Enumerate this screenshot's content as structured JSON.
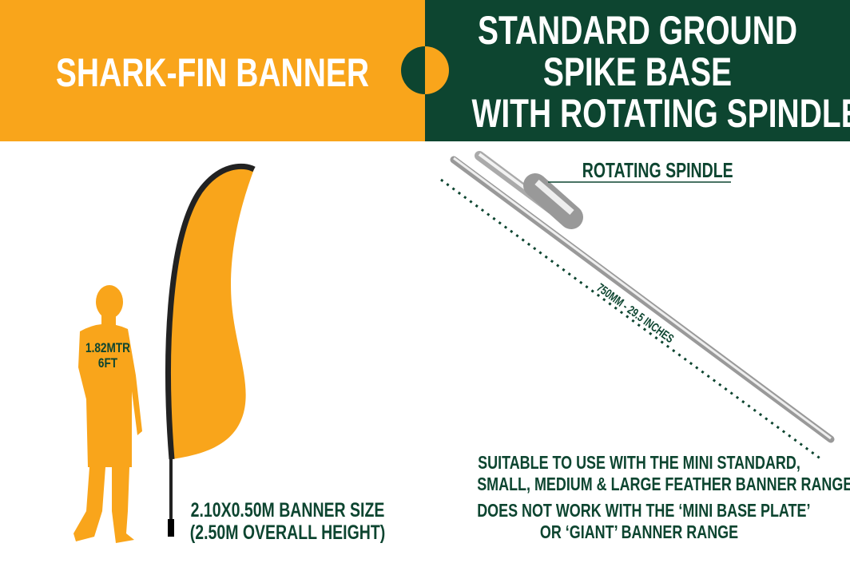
{
  "header": {
    "left_title": "SHARK-FIN BANNER",
    "right_title_lines": [
      "STANDARD GROUND",
      "SPIKE BASE",
      "WITH ROTATING SPINDLE"
    ]
  },
  "left": {
    "person_height": [
      "1.82MTR",
      "6FT"
    ],
    "banner_size": "2.10X0.50M BANNER SIZE",
    "overall_height": "(2.50M OVERALL HEIGHT)"
  },
  "right": {
    "spindle_label": "ROTATING SPINDLE",
    "length_label": "750MM - 29.5 INCHES",
    "notes": [
      "SUITABLE TO USE WITH THE MINI STANDARD,",
      "SMALL, MEDIUM & LARGE FEATHER BANNER RANGE",
      "DOES NOT WORK WITH THE ‘MINI BASE PLATE’",
      "OR ‘GIANT’ BANNER RANGE"
    ]
  },
  "colors": {
    "orange": "#F9A51B",
    "green": "#0D4530"
  }
}
